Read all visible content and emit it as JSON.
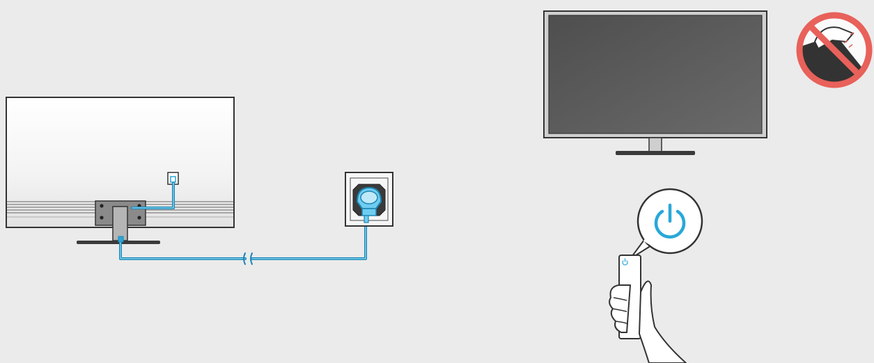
{
  "diagram": {
    "scenes": [
      {
        "id": "tv-rear-power-connection",
        "elements": [
          "tv-back-panel",
          "tv-stand",
          "power-port",
          "power-cable",
          "wall-outlet",
          "power-plug"
        ]
      },
      {
        "id": "tv-front-power-on",
        "elements": [
          "tv-front",
          "do-not-touch-screen-warning",
          "remote-control",
          "power-button-callout",
          "hand"
        ]
      }
    ]
  },
  "colors": {
    "background": "#ebebeb",
    "outline": "#333333",
    "panel_fill": "#f7f7f7",
    "screen_fill": "#5a5a5a",
    "cable_accent": "#29a8d8",
    "power_symbol": "#29a8d8",
    "warning_red": "#e8615a",
    "warning_dark": "#333333"
  },
  "icons": {
    "power": "power-symbol-icon",
    "cable_break": "cable-break-icon",
    "prohibited": "prohibited-icon"
  }
}
